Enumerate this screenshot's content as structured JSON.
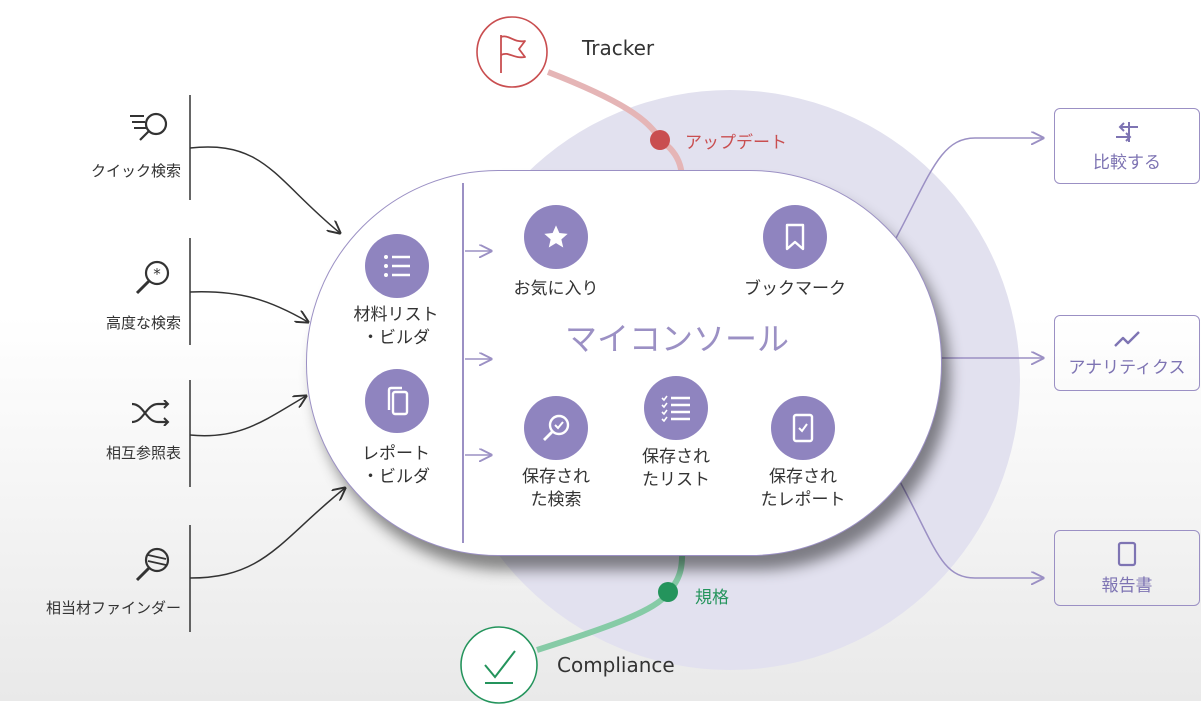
{
  "colors": {
    "purple": "#8f84bf",
    "purple_line": "#9b90c4",
    "tracker_red": "#c94e50",
    "tracker_pink": "#e5b5b6",
    "compliance_green": "#24945c",
    "compliance_light": "#86cba6",
    "halo": "#e2e1ef"
  },
  "left_tools": [
    {
      "label": "クイック検索",
      "icon": "quick-search-icon"
    },
    {
      "label": "高度な検索",
      "icon": "advanced-search-icon"
    },
    {
      "label": "相互参照表",
      "icon": "cross-reference-icon"
    },
    {
      "label": "相当材ファインダー",
      "icon": "equivalent-finder-icon"
    }
  ],
  "console": {
    "title": "マイコンソール",
    "builders": [
      {
        "label_line1": "材料リスト",
        "label_line2": "・ビルダ",
        "icon": "list-icon"
      },
      {
        "label_line1": "レポート",
        "label_line2": "・ビルダ",
        "icon": "report-copy-icon"
      }
    ],
    "items": [
      {
        "label_line1": "お気に入り",
        "label_line2": "",
        "icon": "star-icon"
      },
      {
        "label_line1": "ブックマーク",
        "label_line2": "",
        "icon": "bookmark-icon"
      },
      {
        "label_line1": "保存され",
        "label_line2": "た検索",
        "icon": "search-check-icon"
      },
      {
        "label_line1": "保存され",
        "label_line2": "たリスト",
        "icon": "checklist-icon"
      },
      {
        "label_line1": "保存され",
        "label_line2": "たレポート",
        "icon": "phone-check-icon"
      }
    ]
  },
  "tracker": {
    "name": "Tracker",
    "action": "アップデート",
    "icon": "flag-icon"
  },
  "compliance": {
    "name": "Compliance",
    "action": "規格",
    "icon": "checkmark-icon"
  },
  "outputs": [
    {
      "label": "比較する",
      "icon": "compare-arrows-icon"
    },
    {
      "label": "アナリティクス",
      "icon": "trend-icon"
    },
    {
      "label": "報告書",
      "icon": "document-icon"
    }
  ]
}
